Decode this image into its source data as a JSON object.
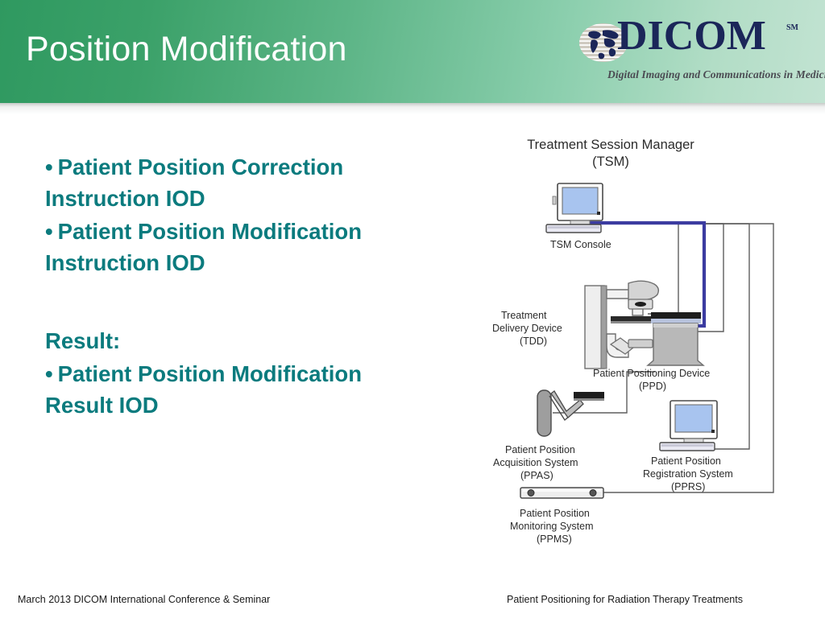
{
  "slide": {
    "title": "Position Modification"
  },
  "logo": {
    "icon": "globe-icon",
    "wordmark": "DICOM",
    "trademark": "SM",
    "tagline": "Digital Imaging and Communications in Medicine",
    "navy": "#1b2659"
  },
  "theme": {
    "header_gradient_start": "#2f9960",
    "header_gradient_end": "#c2e3d2",
    "body_text_color": "#0b7b7e",
    "diagram_line_color": "#595959",
    "diagram_bus_color": "#3b3ba0",
    "screen_color": "#a8c4ef"
  },
  "content": {
    "bullets": [
      "Patient Position Correction Instruction IOD",
      "Patient Position Modification Instruction IOD"
    ],
    "result_label": "Result:",
    "result_bullets": [
      "Patient Position Modification Result IOD"
    ],
    "bullet_glyph": "•"
  },
  "diagram": {
    "title_line1": "Treatment Session Manager",
    "title_line2": "(TSM)",
    "nodes": [
      {
        "id": "tsm-console",
        "label_lines": [
          "TSM Console"
        ]
      },
      {
        "id": "tdd",
        "label_lines": [
          "Treatment",
          "Delivery Device",
          "(TDD)"
        ]
      },
      {
        "id": "ppd",
        "label_lines": [
          "Patient Positioning Device",
          "(PPD)"
        ]
      },
      {
        "id": "ppas",
        "label_lines": [
          "Patient Position",
          "Acquisition System",
          "(PPAS)"
        ]
      },
      {
        "id": "pprs",
        "label_lines": [
          "Patient Position",
          "Registration System",
          "(PPRS)"
        ]
      },
      {
        "id": "ppms",
        "label_lines": [
          "Patient Position",
          "Monitoring System",
          "(PPMS)"
        ]
      }
    ],
    "labels": {
      "tsm_console": "TSM Console",
      "tdd_1": "Treatment",
      "tdd_2": "Delivery Device",
      "tdd_3": "(TDD)",
      "ppd_1": "Patient Positioning Device",
      "ppd_2": "(PPD)",
      "ppas_1": "Patient Position",
      "ppas_2": "Acquisition System",
      "ppas_3": "(PPAS)",
      "pprs_1": "Patient Position",
      "pprs_2": "Registration System",
      "pprs_3": "(PPRS)",
      "ppms_1": "Patient Position",
      "ppms_2": "Monitoring System",
      "ppms_3": "(PPMS)"
    }
  },
  "footer": {
    "left": "March 2013 DICOM International Conference & Seminar",
    "right": "Patient Positioning for Radiation Therapy Treatments"
  }
}
